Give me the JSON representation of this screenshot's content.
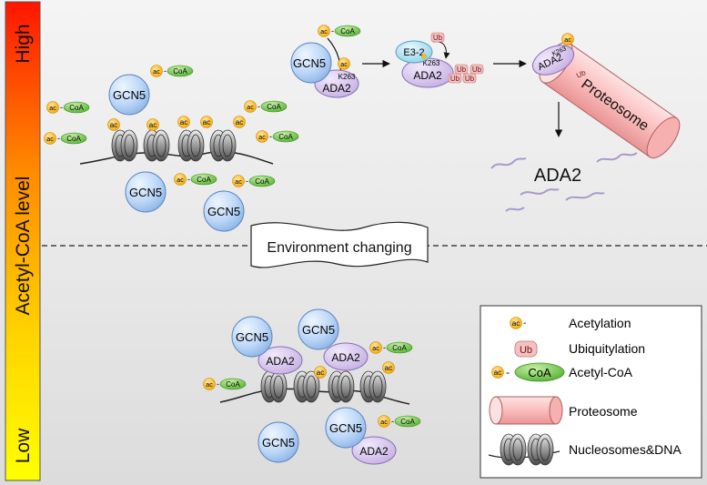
{
  "level_bar": {
    "high": "High",
    "low": "Low",
    "axis_label": "Acetyl-CoA level",
    "colors": [
      "#ff1500",
      "#ff8a00",
      "#ffd400",
      "#ffff00"
    ]
  },
  "divider_label": "Environment changing",
  "molecules": {
    "gcn5": "GCN5",
    "ada2": "ADA2",
    "ac": "ac",
    "coa": "CoA",
    "dash": "-",
    "ub": "Ub",
    "e3": "E3-2",
    "k263": "K263",
    "proteosome": "Proteosome",
    "degraded": "ADA2"
  },
  "legend": {
    "acetylation": "Acetylation",
    "ubiquitylation": "Ubiquitylation",
    "acetyl_coa": "Acetyl-CoA",
    "proteosome": "Proteosome",
    "nucleosomes": "Nucleosomes&DNA"
  },
  "colors": {
    "gcn5_fill": "#bcd7f7",
    "ada2_fill": "#d7c6ea",
    "coa_fill": "#7ccf4c",
    "ac_fill": "#ffc20e",
    "ub_fill": "#f6c0c0",
    "e3_fill": "#bfe6f4",
    "proteosome_fill": "#fbc4c4"
  }
}
